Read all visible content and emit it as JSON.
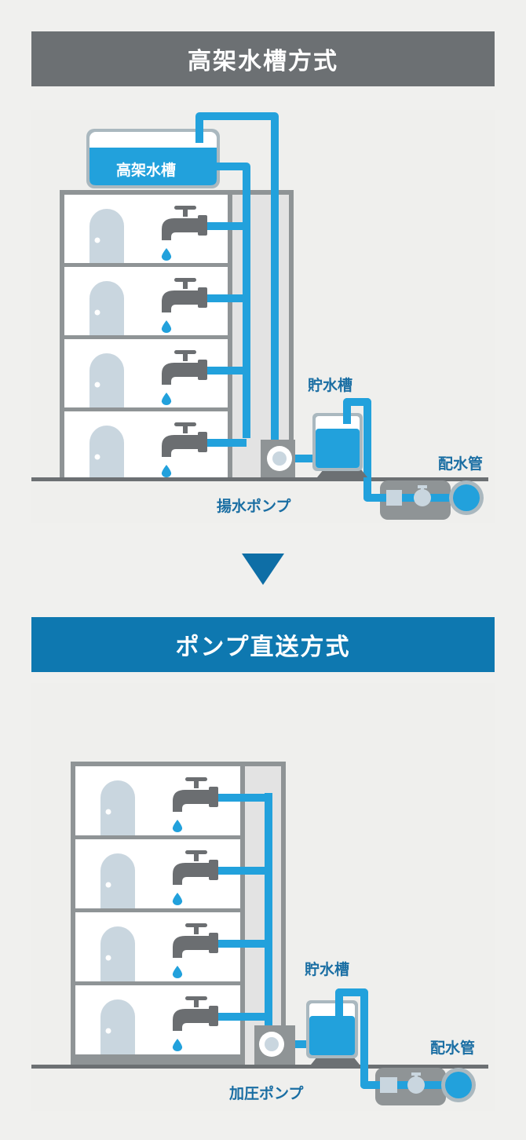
{
  "sections": {
    "top": {
      "title": "高架水槽方式"
    },
    "bottom": {
      "title": "ポンプ直送方式"
    }
  },
  "top_diagram": {
    "elevated_tank_label": "高架水槽",
    "storage_tank_label": "貯水槽",
    "pump_label": "揚水ポンプ",
    "main_pipe_label": "配水管",
    "floors": 4
  },
  "bottom_diagram": {
    "storage_tank_label": "貯水槽",
    "pump_label": "加圧ポンプ",
    "main_pipe_label": "配水管",
    "floors": 4
  },
  "colors": {
    "water": "#22a1dc",
    "label": "#1a6ea3",
    "structure": "#8f9496",
    "header_top": "#6c7073",
    "header_bottom": "#0e78b0",
    "door": "#c9d6df",
    "faucet": "#6b6e71"
  },
  "flow_arrow": {
    "icon": "down-triangle-icon"
  }
}
